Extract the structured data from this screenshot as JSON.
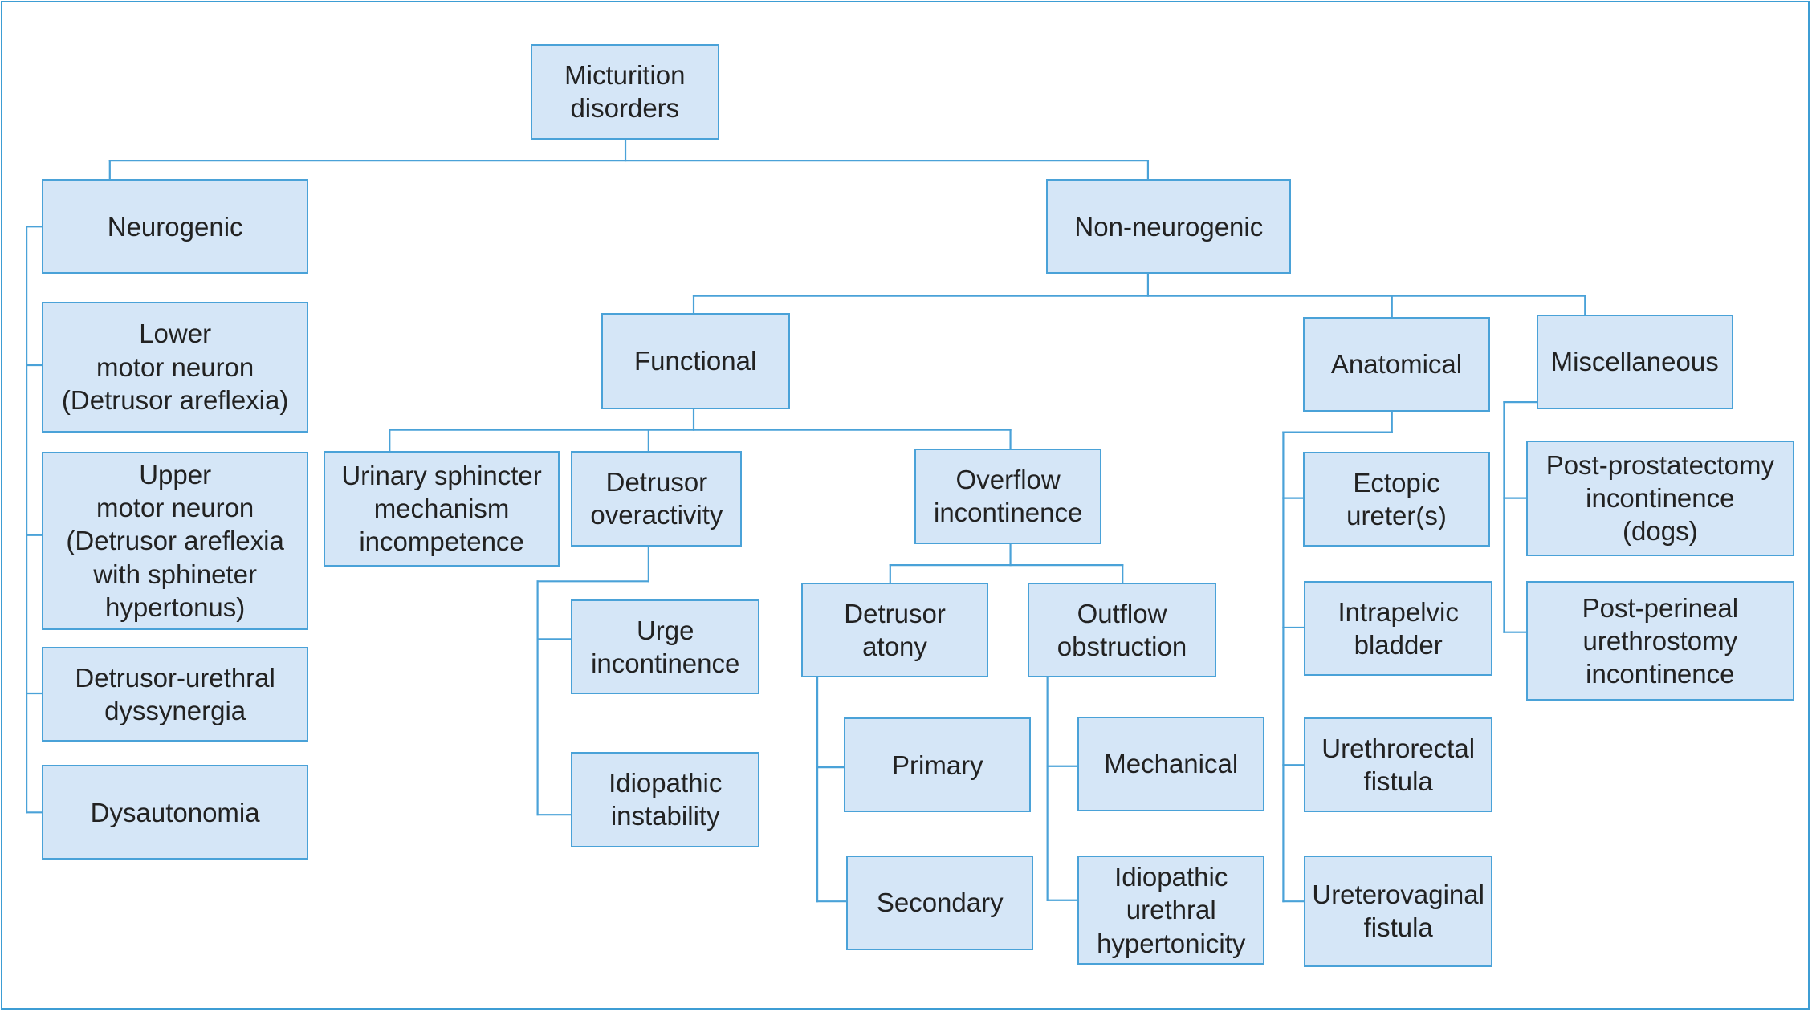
{
  "diagram": {
    "colors": {
      "box_fill": "#d5e6f7",
      "box_border": "#4aa2d8",
      "connector": "#4aa2d8",
      "frame": "#3d9dd4",
      "text": "#222222"
    },
    "nodes": {
      "root": "Micturition\ndisorders",
      "neurogenic": "Neurogenic",
      "lower_motor_neuron": "Lower\nmotor neuron\n(Detrusor areflexia)",
      "upper_motor_neuron": "Upper\nmotor neuron\n(Detrusor areflexia\nwith sphineter\nhypertonus)",
      "detrusor_urethral_dyssynergia": "Detrusor-urethral\ndyssynergia",
      "dysautonomia": "Dysautonomia",
      "non_neurogenic": "Non-neurogenic",
      "functional": "Functional",
      "anatomical": "Anatomical",
      "miscellaneous": "Miscellaneous",
      "urinary_sphincter": "Urinary sphincter\nmechanism\nincompetence",
      "detrusor_overactivity": "Detrusor\noveractivity",
      "overflow_incontinence": "Overflow\nincontinence",
      "urge_incontinence": "Urge\nincontinence",
      "idiopathic_instability": "Idiopathic\ninstability",
      "detrusor_atony": "Detrusor\natony",
      "outflow_obstruction": "Outflow\nobstruction",
      "primary": "Primary",
      "secondary": "Secondary",
      "mechanical": "Mechanical",
      "idiopathic_urethral_hypertonicity": "Idiopathic\nurethral\nhypertonicity",
      "ectopic_ureters": "Ectopic\nureter(s)",
      "intrapelvic_bladder": "Intrapelvic\nbladder",
      "urethrorectal_fistula": "Urethrorectal\nfistula",
      "ureterovaginal_fistula": "Ureterovaginal\nfistula",
      "post_prostatectomy": "Post-prostatectomy\nincontinence\n(dogs)",
      "post_perineal": "Post-perineal\nurethrostomy\nincontinence"
    }
  }
}
